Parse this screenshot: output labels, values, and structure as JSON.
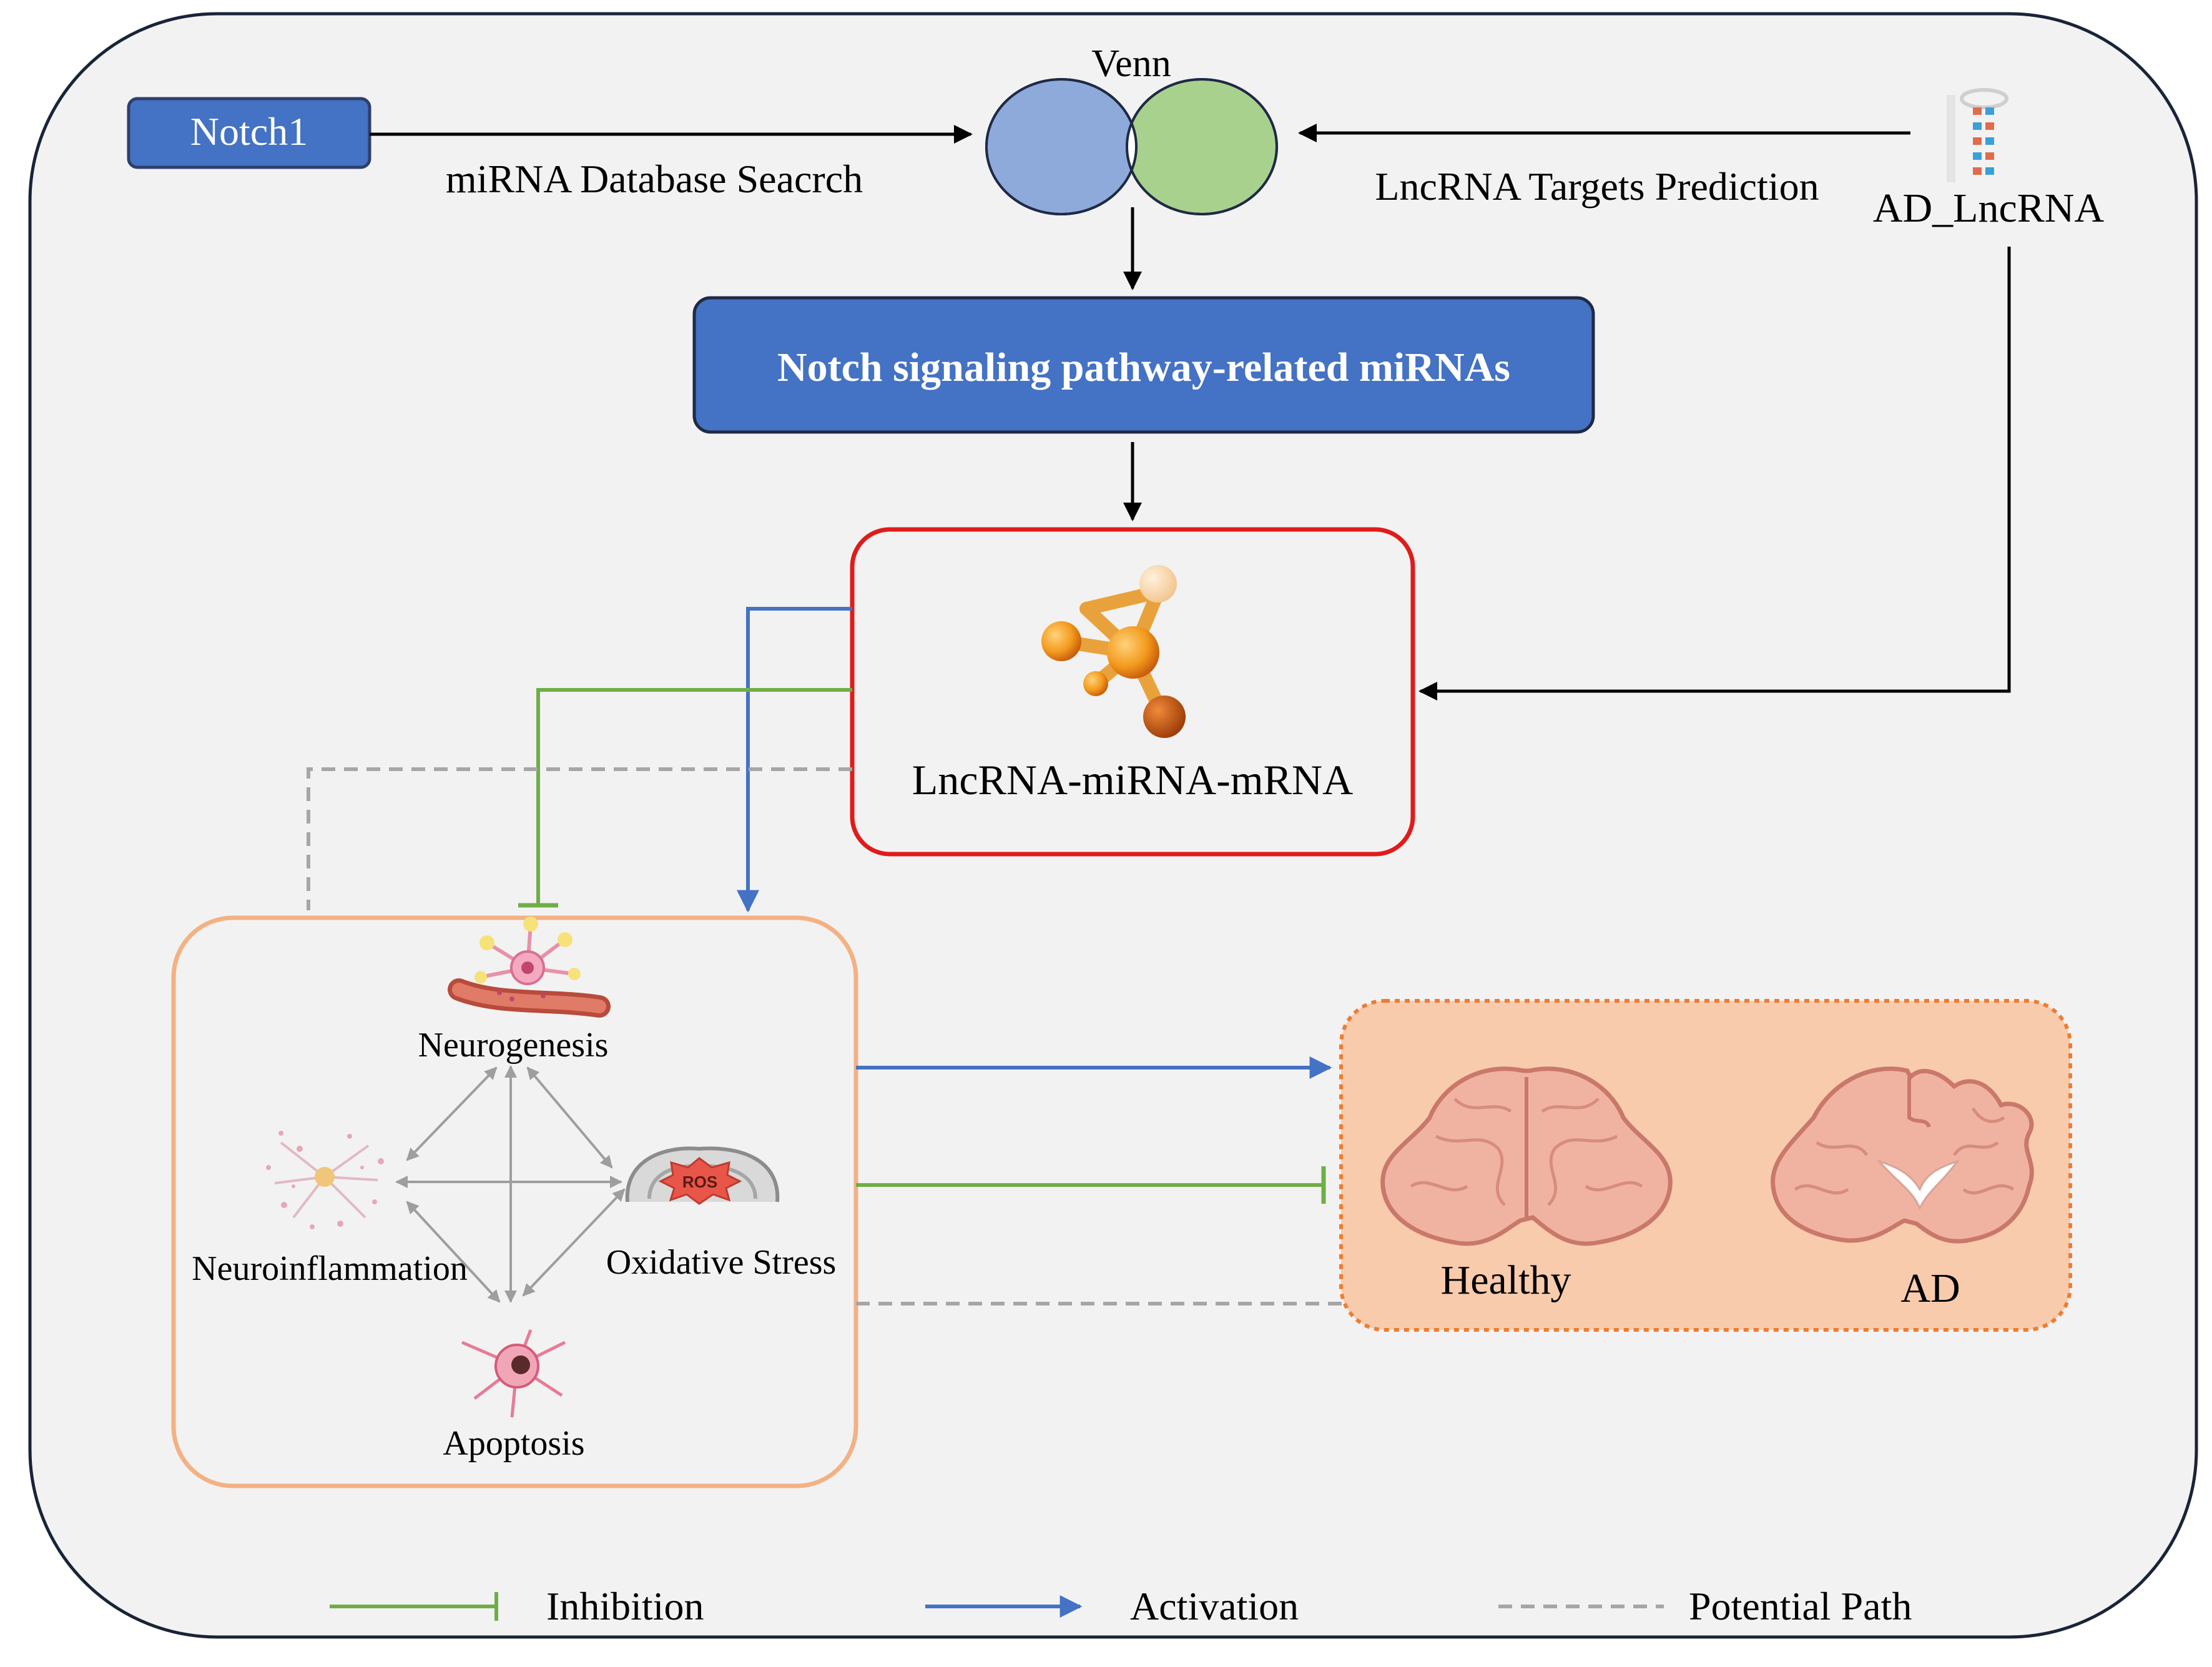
{
  "labels": {
    "notch1": "Notch1",
    "mirna_search": "miRNA Database Seacrch",
    "venn": "Venn",
    "lncrna_prediction": "LncRNA Targets Prediction",
    "ad_lncrna": "AD_LncRNA",
    "pathway_mirnas": "Notch signaling pathway-related miRNAs",
    "network": "LncRNA-miRNA-mRNA",
    "neurogenesis": "Neurogenesis",
    "neuroinflammation": "Neuroinflammation",
    "oxidative_stress": "Oxidative Stress",
    "ros": "ROS",
    "apoptosis": "Apoptosis",
    "healthy": "Healthy",
    "ad": "AD"
  },
  "legend": {
    "inhibition": "Inhibition",
    "activation": "Activation",
    "potential": "Potential Path"
  },
  "colors": {
    "frame_fill": "#f2f2f2",
    "blue_box": "#4472c4",
    "box_border": "#2f3f6b",
    "venn_left": "#8eaadb",
    "venn_right": "#a9d18e",
    "network_border": "#e01b1b",
    "process_border": "#f4b183",
    "brain_panel": "#f8cbad",
    "brain_border": "#ed7d31",
    "inhibition": "#70ad47",
    "activation": "#4472c4",
    "potential": "#a6a6a6",
    "arrow": "#000000",
    "gray_arrow": "#9e9e9e"
  }
}
